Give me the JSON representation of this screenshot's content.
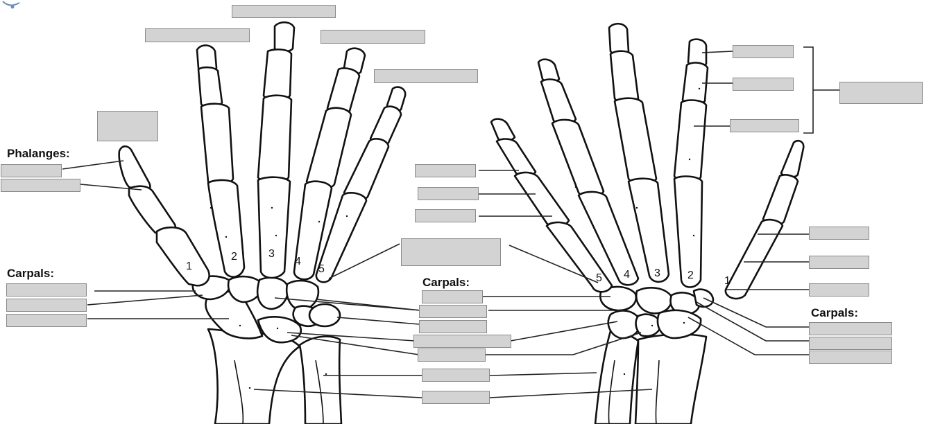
{
  "headings": {
    "phalanges": "Phalanges:",
    "carpals_left": "Carpals:",
    "carpals_center": "Carpals:",
    "carpals_right": "Carpals:"
  },
  "finger_numbers": {
    "left": [
      "1",
      "2",
      "3",
      "4",
      "5"
    ],
    "right": [
      "5",
      "4",
      "3",
      "2",
      "1"
    ]
  },
  "colors": {
    "blank_fill": "#d3d3d3",
    "blank_border": "#8a8a8a",
    "line_art": "#111111"
  }
}
